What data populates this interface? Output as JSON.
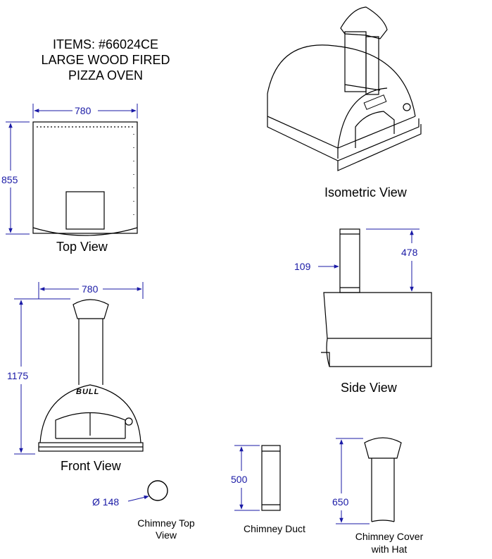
{
  "header": {
    "line1": "ITEMS: #66024CE",
    "line2": "LARGE WOOD FIRED",
    "line3": "PIZZA OVEN"
  },
  "views": {
    "top": "Top View",
    "isometric": "Isometric View",
    "front": "Front View",
    "side": "Side View",
    "chimney_top_line1": "Chimney Top",
    "chimney_top_line2": "View",
    "chimney_duct": "Chimney Duct",
    "chimney_cover_line1": "Chimney Cover",
    "chimney_cover_line2": "with Hat"
  },
  "dimensions": {
    "top_width": "780",
    "top_depth": "855",
    "front_width": "780",
    "front_height": "1175",
    "side_duct": "109",
    "side_chimney": "478",
    "chimney_diameter": "Ø 148",
    "duct_height": "500",
    "cover_height": "650"
  },
  "brand": "BULL",
  "colors": {
    "dimension": "#1a1aa6",
    "line": "#000000"
  }
}
